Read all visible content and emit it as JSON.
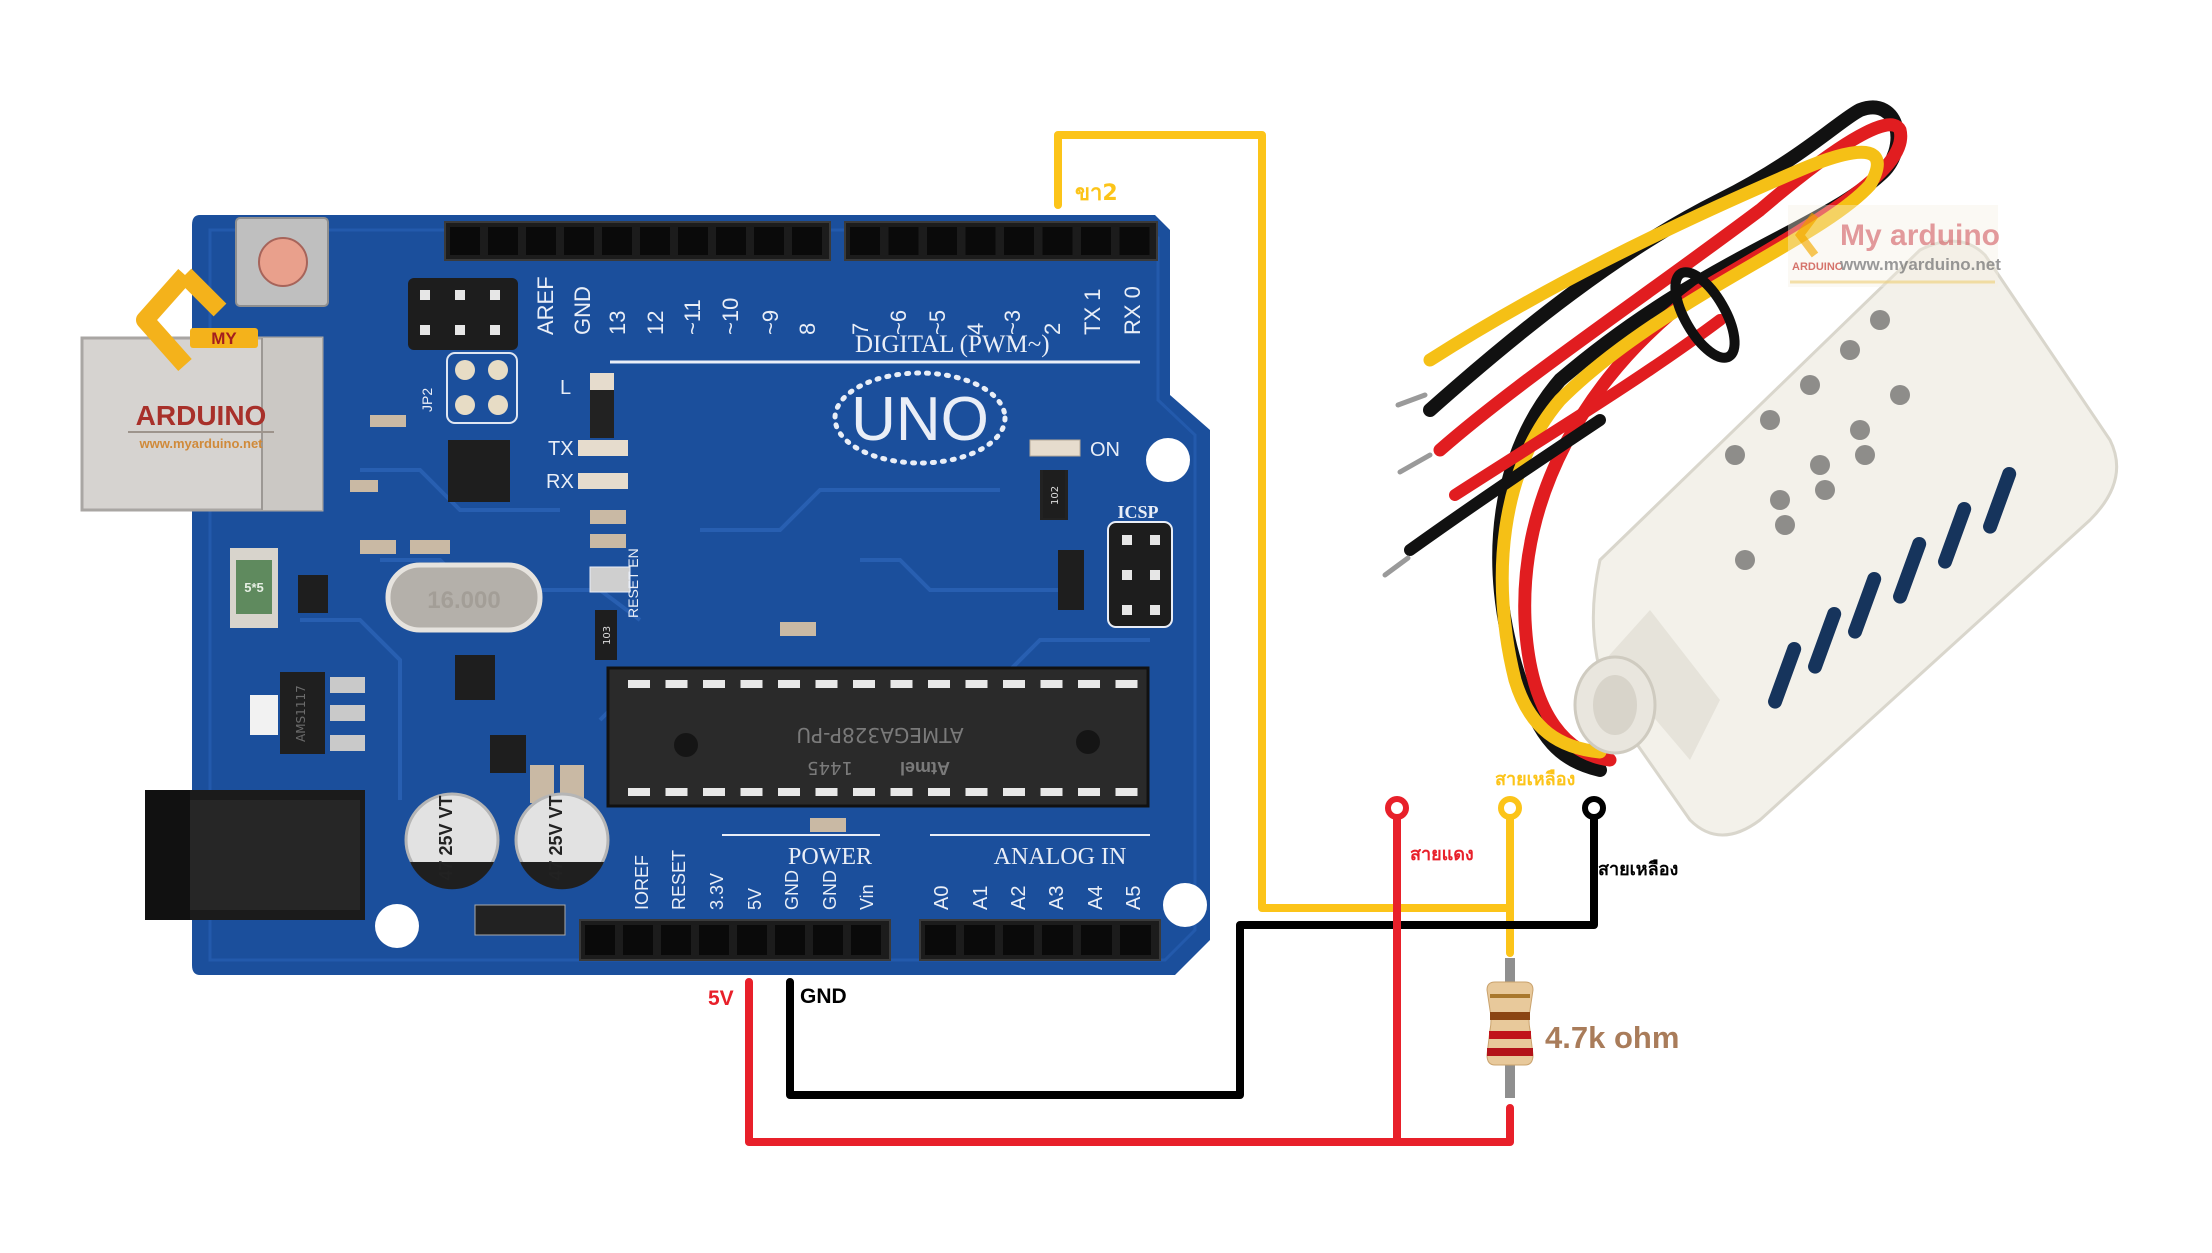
{
  "board": {
    "name": "UNO",
    "digital_header_label": "DIGITAL (PWM~)",
    "power_header_label": "POWER",
    "analog_header_label": "ANALOG IN",
    "icsp_label": "ICSP",
    "on_label": "ON",
    "tx_label": "TX",
    "rx_label": "RX",
    "l_label": "L",
    "jp2_label": "JP2",
    "reset_en_label": "RESET EN",
    "digital_pins": [
      "AREF",
      "GND",
      "13",
      "12",
      "~11",
      "~10",
      "~9",
      "8",
      "7",
      "~6",
      "~5",
      "4",
      "~3",
      "2",
      "TX 1",
      "RX 0"
    ],
    "power_pins": [
      "IOREF",
      "RESET",
      "3.3V",
      "5V",
      "GND",
      "GND",
      "Vin"
    ],
    "analog_pins": [
      "A0",
      "A1",
      "A2",
      "A3",
      "A4",
      "A5"
    ],
    "chip_label": "ATMEGA328P-PU",
    "chip_code": "1445",
    "chip_brand": "Atmel",
    "crystal_label": "16.000",
    "fuse_label": "5*5",
    "regulator_label": "AMS1117",
    "capacitor_label": "47 25V VT",
    "resistor_array_label": "102",
    "resistor_array_label_2": "103",
    "colors": {
      "pcb": "#1b4f9c",
      "pcb_dark": "#123a78",
      "silk": "#e9eef7",
      "header": "#1c1c1c"
    }
  },
  "watermark_board": {
    "my": "MY",
    "brand": "ARDUINO",
    "url": "www.myarduino.net"
  },
  "watermark_sensor": {
    "title": "My arduino",
    "brand": "ARDUINO",
    "url": "www.myarduino.net"
  },
  "wire_labels": {
    "data_pin": "ขา2",
    "five_volt": "5V",
    "ground": "GND",
    "red_wire": "สายแดง",
    "yellow_wire": "สายเหลือง",
    "black_wire": "สายเหลือง"
  },
  "resistor": {
    "value_label": "4.7k ohm"
  },
  "colors": {
    "wire_yellow": "#fcc419",
    "wire_red": "#e8202a",
    "wire_black": "#000000",
    "label_resistor": "#a97c5a",
    "sensor_body": "#f3f1ea"
  }
}
